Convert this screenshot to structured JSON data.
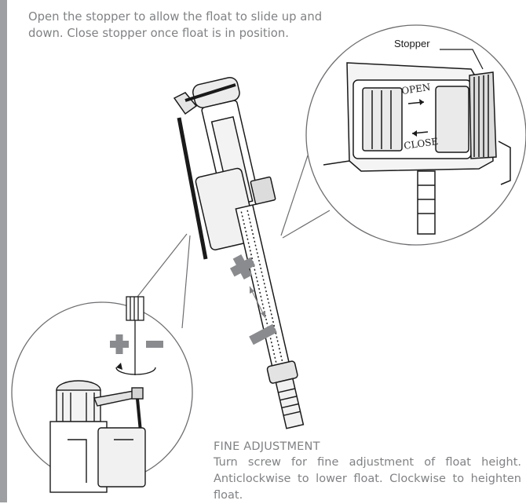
{
  "instructions": {
    "stopper": "Open the stopper to allow the float to slide up and down. Close stopper once float is in position.",
    "fine_title": "FINE ADJUSTMENT",
    "fine_body": "Turn screw for fine adjustment of float height. Anticlockwise to lower float. Clockwise to heighten float."
  },
  "callout": {
    "stopper_label": "Stopper",
    "open_label": "OPEN",
    "close_label": "CLOSE"
  },
  "colors": {
    "text": "#808285",
    "plus_minus": "#8a8b8e",
    "line": "#1a1a1a",
    "rule": "#9e9fa2"
  }
}
